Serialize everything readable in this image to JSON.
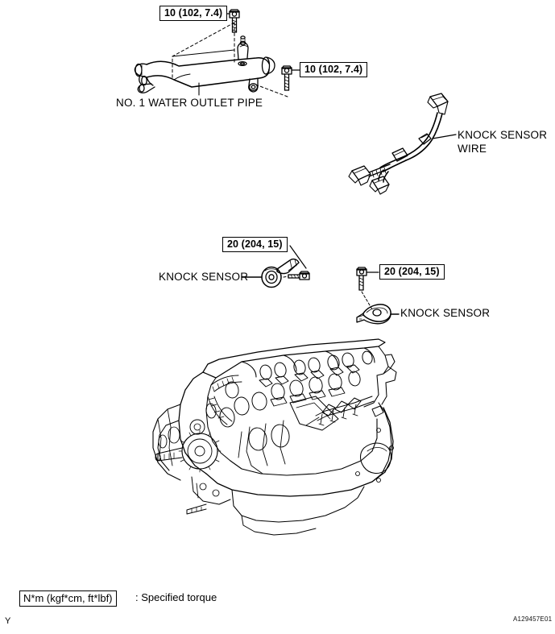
{
  "document": {
    "type": "exploded-parts-diagram",
    "subject": "Engine knock sensor and No. 1 water outlet pipe installation",
    "code": "A129457E01",
    "corner_mark": "Y"
  },
  "legend": {
    "box_text": "N*m (kgf*cm, ft*lbf)",
    "separator": ": Specified torque"
  },
  "torque_callouts": [
    {
      "id": "pipe-bolt-upper",
      "text": "10 (102, 7.4)",
      "value_nm": 10,
      "value_kgfcm": 102,
      "value_ftlbf": 7.4
    },
    {
      "id": "pipe-bolt-lower",
      "text": "10 (102, 7.4)",
      "value_nm": 10,
      "value_kgfcm": 102,
      "value_ftlbf": 7.4
    },
    {
      "id": "knock-sensor-left-bolt",
      "text": "20 (204, 15)",
      "value_nm": 20,
      "value_kgfcm": 204,
      "value_ftlbf": 15
    },
    {
      "id": "knock-sensor-right-bolt",
      "text": "20 (204, 15)",
      "value_nm": 20,
      "value_kgfcm": 204,
      "value_ftlbf": 15
    }
  ],
  "part_labels": {
    "water_outlet_pipe": "NO. 1 WATER OUTLET PIPE",
    "knock_sensor_wire_line1": "KNOCK SENSOR",
    "knock_sensor_wire_line2": "WIRE",
    "knock_sensor_left": "KNOCK SENSOR",
    "knock_sensor_right": "KNOCK SENSOR"
  },
  "colors": {
    "line": "#000000",
    "background": "#ffffff"
  }
}
